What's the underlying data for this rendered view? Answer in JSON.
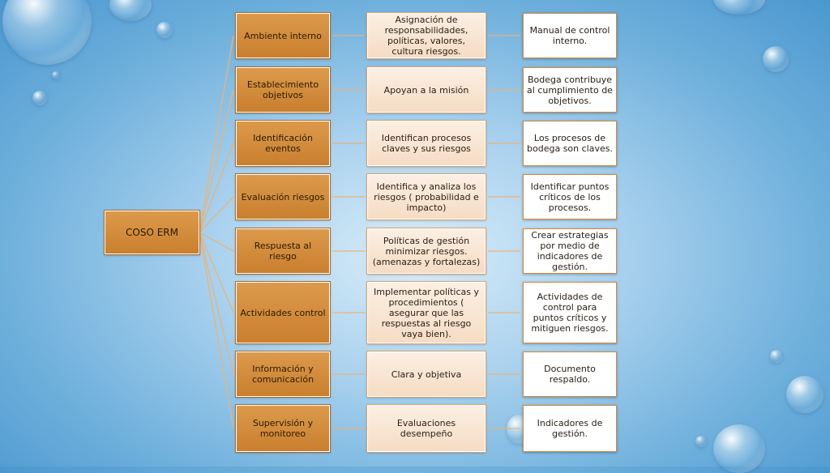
{
  "root": "COSO ERM",
  "rows": [
    {
      "component": "Ambiente interno",
      "description": "Asignación de responsabilidades, políticas, valores, cultura riesgos.",
      "application": "Manual de control interno."
    },
    {
      "component": "Establecimiento objetivos",
      "description": "Apoyan a la misión",
      "application": "Bodega contribuye al cumplimiento de objetivos."
    },
    {
      "component": "Identificación eventos",
      "description": "Identifican procesos claves y sus riesgos",
      "application": "Los procesos de bodega son claves."
    },
    {
      "component": "Evaluación riesgos",
      "description": "Identifica y analiza los riesgos ( probabilidad e impacto)",
      "application": "Identificar puntos críticos de los procesos."
    },
    {
      "component": "Respuesta al riesgo",
      "description": "Políticas de gestión minimizar riesgos. (amenazas y fortalezas)",
      "application": "Crear estrategias por medio de indicadores de gestión."
    },
    {
      "component": "Actividades control",
      "description": "Implementar políticas y procedimientos ( asegurar que las respuestas al riesgo vaya bien).",
      "application": "Actividades de control para puntos críticos y mitiguen riesgos."
    },
    {
      "component": "Información y comunicación",
      "description": "Clara y objetiva",
      "application": "Documento respaldo."
    },
    {
      "component": "Supervisión y monitoreo",
      "description": "Evaluaciones desempeño",
      "application": "Indicadores de gestión."
    }
  ],
  "colors": {
    "component_fill": "#d08a3a",
    "description_fill": "#f8e4d0",
    "application_fill": "#ffffff",
    "connector": "#e9b27a"
  }
}
